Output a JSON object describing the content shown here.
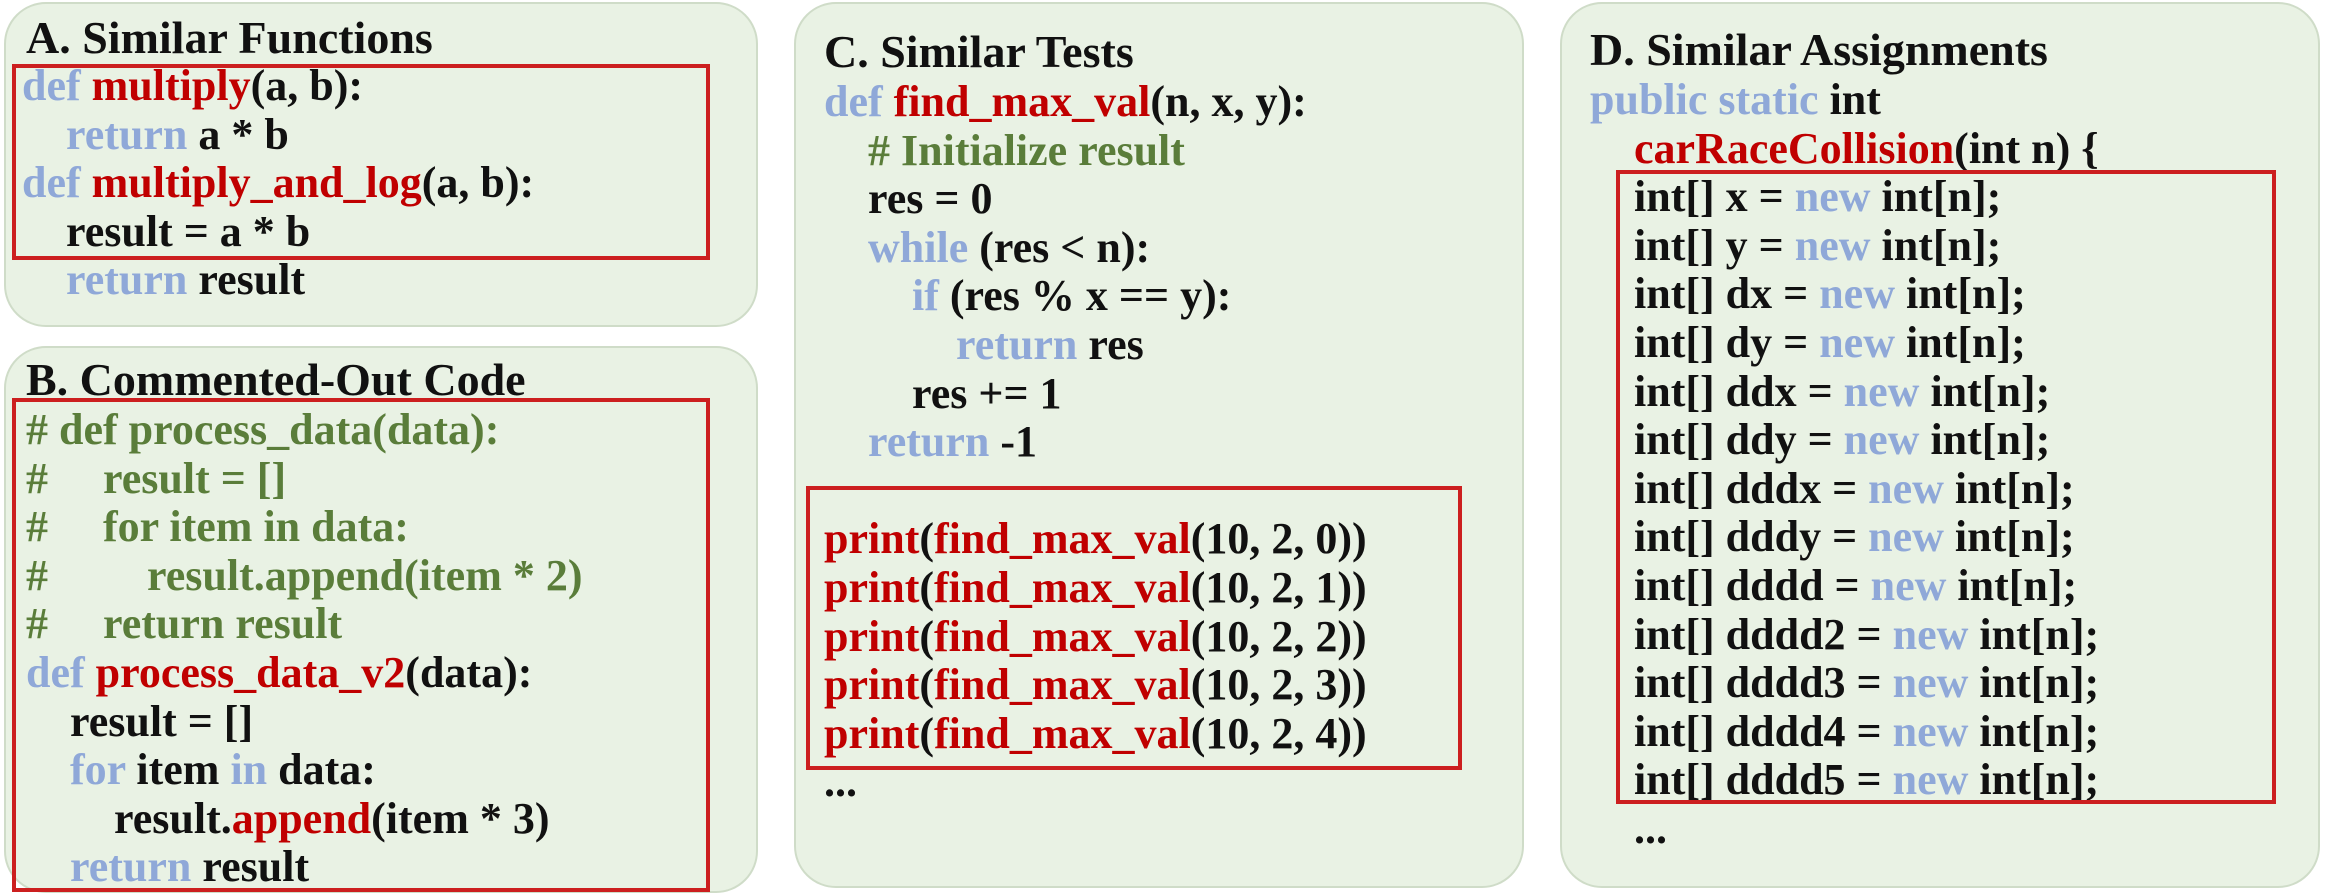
{
  "colors": {
    "panel_bg": "#e9f2e4",
    "panel_border": "#cfdcc8",
    "highlight_box": "#cc1f1f",
    "keyword": "#8fa8d8",
    "function_name": "#c00000",
    "comment": "#5a7d3a",
    "text": "#111111"
  },
  "panels": [
    {
      "title": "A. Similar Functions",
      "lines": [
        [
          {
            "t": "def ",
            "c": "kw"
          },
          {
            "t": "multiply",
            "c": "fn"
          },
          {
            "t": "(a, b):",
            "c": "tx"
          }
        ],
        [
          {
            "t": "    "
          },
          {
            "t": "return",
            "c": "kw"
          },
          {
            "t": " a * b",
            "c": "tx"
          }
        ],
        [
          {
            "t": "def ",
            "c": "kw"
          },
          {
            "t": "multiply_and_log",
            "c": "fn"
          },
          {
            "t": "(a, b):",
            "c": "tx"
          }
        ],
        [
          {
            "t": "    "
          },
          {
            "t": "result = a * b",
            "c": "tx"
          }
        ],
        [
          {
            "t": "    "
          },
          {
            "t": "return",
            "c": "kw"
          },
          {
            "t": " result",
            "c": "tx"
          }
        ]
      ]
    },
    {
      "title": "B. Commented-Out Code",
      "lines": [
        [
          {
            "t": "# def process_data(data):",
            "c": "cm"
          }
        ],
        [
          {
            "t": "#     result = []",
            "c": "cm"
          }
        ],
        [
          {
            "t": "#     for item in data:",
            "c": "cm"
          }
        ],
        [
          {
            "t": "#         result.append(item * 2)",
            "c": "cm"
          }
        ],
        [
          {
            "t": "#     return result",
            "c": "cm"
          }
        ],
        [
          {
            "t": "def ",
            "c": "kw"
          },
          {
            "t": "process_data_v2",
            "c": "fn"
          },
          {
            "t": "(data):",
            "c": "tx"
          }
        ],
        [
          {
            "t": "    "
          },
          {
            "t": "result = []",
            "c": "tx"
          }
        ],
        [
          {
            "t": "    "
          },
          {
            "t": "for",
            "c": "kw"
          },
          {
            "t": " item ",
            "c": "tx"
          },
          {
            "t": "in",
            "c": "kw"
          },
          {
            "t": " data:",
            "c": "tx"
          }
        ],
        [
          {
            "t": "        "
          },
          {
            "t": "result.",
            "c": "tx"
          },
          {
            "t": "append",
            "c": "fn"
          },
          {
            "t": "(item * 3)",
            "c": "tx"
          }
        ],
        [
          {
            "t": "    "
          },
          {
            "t": "return",
            "c": "kw"
          },
          {
            "t": " result",
            "c": "tx"
          }
        ]
      ]
    },
    {
      "title": "C. Similar Tests",
      "lines": [
        [
          {
            "t": "def ",
            "c": "kw"
          },
          {
            "t": "find_max_val",
            "c": "fn"
          },
          {
            "t": "(n, x, y):",
            "c": "tx"
          }
        ],
        [
          {
            "t": "    "
          },
          {
            "t": "# Initialize result",
            "c": "cm"
          }
        ],
        [
          {
            "t": "    "
          },
          {
            "t": "res = 0",
            "c": "tx"
          }
        ],
        [
          {
            "t": "    "
          },
          {
            "t": "while",
            "c": "kw"
          },
          {
            "t": " (res < n):",
            "c": "tx"
          }
        ],
        [
          {
            "t": "        "
          },
          {
            "t": "if",
            "c": "kw"
          },
          {
            "t": " (res % x == y):",
            "c": "tx"
          }
        ],
        [
          {
            "t": "            "
          },
          {
            "t": "return",
            "c": "kw"
          },
          {
            "t": " res",
            "c": "tx"
          }
        ],
        [
          {
            "t": "        "
          },
          {
            "t": "res += 1",
            "c": "tx"
          }
        ],
        [
          {
            "t": "    "
          },
          {
            "t": "return",
            "c": "kw"
          },
          {
            "t": " -1",
            "c": "tx"
          }
        ],
        [],
        [
          {
            "t": "print",
            "c": "fn"
          },
          {
            "t": "(",
            "c": "tx"
          },
          {
            "t": "find_max_val",
            "c": "fn"
          },
          {
            "t": "(10, 2, 0))",
            "c": "tx"
          }
        ],
        [
          {
            "t": "print",
            "c": "fn"
          },
          {
            "t": "(",
            "c": "tx"
          },
          {
            "t": "find_max_val",
            "c": "fn"
          },
          {
            "t": "(10, 2, 1))",
            "c": "tx"
          }
        ],
        [
          {
            "t": "print",
            "c": "fn"
          },
          {
            "t": "(",
            "c": "tx"
          },
          {
            "t": "find_max_val",
            "c": "fn"
          },
          {
            "t": "(10, 2, 2))",
            "c": "tx"
          }
        ],
        [
          {
            "t": "print",
            "c": "fn"
          },
          {
            "t": "(",
            "c": "tx"
          },
          {
            "t": "find_max_val",
            "c": "fn"
          },
          {
            "t": "(10, 2, 3))",
            "c": "tx"
          }
        ],
        [
          {
            "t": "print",
            "c": "fn"
          },
          {
            "t": "(",
            "c": "tx"
          },
          {
            "t": "find_max_val",
            "c": "fn"
          },
          {
            "t": "(10, 2, 4))",
            "c": "tx"
          }
        ],
        [
          {
            "t": "...",
            "c": "tx"
          }
        ]
      ]
    },
    {
      "title": "D. Similar Assignments",
      "lines": [
        [
          {
            "t": "public static ",
            "c": "kw"
          },
          {
            "t": "int",
            "c": "tx"
          }
        ],
        [
          {
            "t": "    "
          },
          {
            "t": "carRaceCollision",
            "c": "fn"
          },
          {
            "t": "(int n) {",
            "c": "tx"
          }
        ],
        [
          {
            "t": "    "
          },
          {
            "t": "int[] x = ",
            "c": "tx"
          },
          {
            "t": "new",
            "c": "kw"
          },
          {
            "t": " int[n];",
            "c": "tx"
          }
        ],
        [
          {
            "t": "    "
          },
          {
            "t": "int[] y = ",
            "c": "tx"
          },
          {
            "t": "new",
            "c": "kw"
          },
          {
            "t": " int[n];",
            "c": "tx"
          }
        ],
        [
          {
            "t": "    "
          },
          {
            "t": "int[] dx = ",
            "c": "tx"
          },
          {
            "t": "new",
            "c": "kw"
          },
          {
            "t": " int[n];",
            "c": "tx"
          }
        ],
        [
          {
            "t": "    "
          },
          {
            "t": "int[] dy = ",
            "c": "tx"
          },
          {
            "t": "new",
            "c": "kw"
          },
          {
            "t": " int[n];",
            "c": "tx"
          }
        ],
        [
          {
            "t": "    "
          },
          {
            "t": "int[] ddx = ",
            "c": "tx"
          },
          {
            "t": "new",
            "c": "kw"
          },
          {
            "t": " int[n];",
            "c": "tx"
          }
        ],
        [
          {
            "t": "    "
          },
          {
            "t": "int[] ddy = ",
            "c": "tx"
          },
          {
            "t": "new",
            "c": "kw"
          },
          {
            "t": " int[n];",
            "c": "tx"
          }
        ],
        [
          {
            "t": "    "
          },
          {
            "t": "int[] dddx = ",
            "c": "tx"
          },
          {
            "t": "new",
            "c": "kw"
          },
          {
            "t": " int[n];",
            "c": "tx"
          }
        ],
        [
          {
            "t": "    "
          },
          {
            "t": "int[] dddy = ",
            "c": "tx"
          },
          {
            "t": "new",
            "c": "kw"
          },
          {
            "t": " int[n];",
            "c": "tx"
          }
        ],
        [
          {
            "t": "    "
          },
          {
            "t": "int[] dddd = ",
            "c": "tx"
          },
          {
            "t": "new",
            "c": "kw"
          },
          {
            "t": " int[n];",
            "c": "tx"
          }
        ],
        [
          {
            "t": "    "
          },
          {
            "t": "int[] dddd2 = ",
            "c": "tx"
          },
          {
            "t": "new",
            "c": "kw"
          },
          {
            "t": " int[n];",
            "c": "tx"
          }
        ],
        [
          {
            "t": "    "
          },
          {
            "t": "int[] dddd3 = ",
            "c": "tx"
          },
          {
            "t": "new",
            "c": "kw"
          },
          {
            "t": " int[n];",
            "c": "tx"
          }
        ],
        [
          {
            "t": "    "
          },
          {
            "t": "int[] dddd4 = ",
            "c": "tx"
          },
          {
            "t": "new",
            "c": "kw"
          },
          {
            "t": " int[n];",
            "c": "tx"
          }
        ],
        [
          {
            "t": "    "
          },
          {
            "t": "int[] dddd5 = ",
            "c": "tx"
          },
          {
            "t": "new",
            "c": "kw"
          },
          {
            "t": " int[n];",
            "c": "tx"
          }
        ],
        [
          {
            "t": "    "
          },
          {
            "t": "...",
            "c": "tx"
          }
        ]
      ]
    }
  ]
}
